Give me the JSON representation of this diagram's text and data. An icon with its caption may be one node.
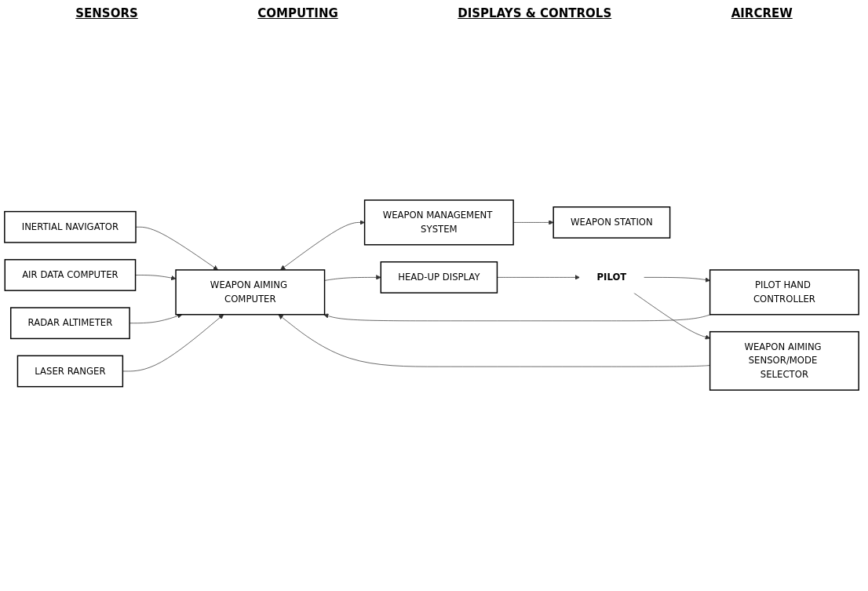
{
  "diagram": {
    "nodes": [
      {
        "text": [
          "INERTIAL NAVIGATOR"
        ]
      },
      {
        "text": [
          "AIR DATA COMPUTER"
        ]
      },
      {
        "text": [
          "RADAR ALTIMETER"
        ]
      },
      {
        "text": [
          "LASER RANGER"
        ]
      },
      {
        "text": [
          "WEAPON AIMING COMPUTER"
        ]
      },
      {
        "text": [
          "WEAPON MANAGEMENT SYSTEM"
        ]
      },
      {
        "text": [
          "HEAD-UP DISPLAY"
        ]
      },
      {
        "text": [
          "PILOT HAND CONTROLLER"
        ]
      },
      {
        "text": [
          "WEAPON AIMING SENSOR/MODE SELECTOR"
        ]
      },
      {
        "text": [
          "WEAPON STATION"
        ]
      },
      {
        "text": [
          "PILOT"
        ]
      }
    ],
    "edges": [
      {
        "from": 0,
        "to": 4,
        "arrow": "to"
      },
      {
        "from": 1,
        "to": 4,
        "arrow": "to"
      },
      {
        "from": 2,
        "to": 4,
        "arrow": "to"
      },
      {
        "from": 3,
        "to": 4,
        "arrow": "to"
      },
      {
        "from": 4,
        "to": 6,
        "arrow": "to"
      },
      {
        "from": 6,
        "to": 10,
        "arrow": "to"
      },
      {
        "from": 10,
        "to": 7,
        "arrow": "to"
      },
      {
        "from": 7,
        "to": 4,
        "arrow": "to"
      },
      {
        "from": 10,
        "to": 8,
        "arrow": "to"
      },
      {
        "from": 8,
        "to": 4,
        "arrow": "to"
      },
      {
        "from": 4,
        "to": 5,
        "arrow": "both"
      },
      {
        "from": 5,
        "to": 9,
        "arrow": "to"
      }
    ],
    "labels": [
      "SENSORS",
      "COMPUTING",
      "DISPLAYS & CONTROLS",
      "AIRCREW"
    ]
  }
}
